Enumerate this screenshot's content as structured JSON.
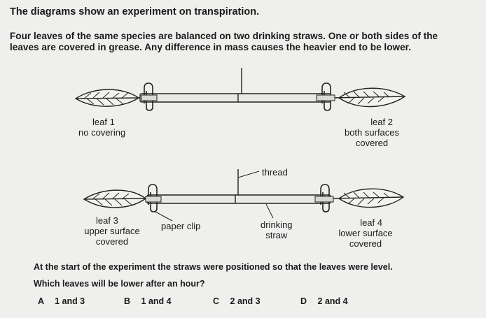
{
  "title": "The diagrams show an experiment on transpiration.",
  "intro_line1": "Four leaves of the same species are balanced on two drinking straws. One or both sides of the",
  "intro_line2": "leaves are covered in grease. Any difference in mass causes the heavier end to be lower.",
  "diagram1": {
    "left_label": [
      "leaf 1",
      "no covering"
    ],
    "right_label": [
      "leaf 2",
      "both surfaces",
      "covered"
    ]
  },
  "diagram2": {
    "thread_label": "thread",
    "left_label": [
      "leaf 3",
      "upper surface",
      "covered"
    ],
    "clip_label": "paper clip",
    "straw_label": [
      "drinking",
      "straw"
    ],
    "right_label": [
      "leaf 4",
      "lower surface",
      "covered"
    ]
  },
  "statement": "At the start of the experiment the straws were positioned so that the leaves were level.",
  "question": "Which leaves will be lower after an hour?",
  "options": [
    {
      "letter": "A",
      "text": "1 and 3"
    },
    {
      "letter": "B",
      "text": "1 and 4"
    },
    {
      "letter": "C",
      "text": "2 and 3"
    },
    {
      "letter": "D",
      "text": "2 and 4"
    }
  ]
}
